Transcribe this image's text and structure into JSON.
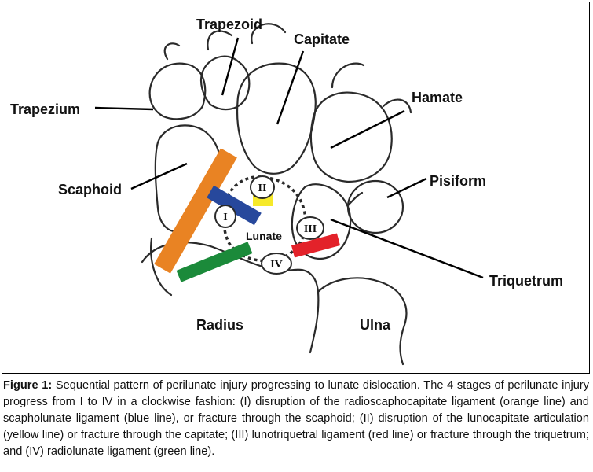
{
  "labels": {
    "trapezoid": "Trapezoid",
    "capitate": "Capitate",
    "hamate": "Hamate",
    "trapezium": "Trapezium",
    "scaphoid": "Scaphoid",
    "pisiform": "Pisiform",
    "lunate": "Lunate",
    "triquetrum": "Triquetrum",
    "radius": "Radius",
    "ulna": "Ulna"
  },
  "stages": {
    "i": "I",
    "ii": "II",
    "iii": "III",
    "iv": "IV"
  },
  "colors": {
    "orange": "#e98323",
    "blue": "#27489c",
    "yellow": "#f6e92a",
    "red": "#e3222a",
    "green": "#1b8a3a"
  },
  "caption": {
    "prefix": "Figure 1:",
    "text": " Sequential pattern of perilunate injury progressing to lunate dislocation. The 4 stages of perilunate injury progress from I to IV in a clockwise fashion: (I) disruption of the radioscaphocapitate ligament (orange line) and scapholunate ligament (blue line), or fracture through the scaphoid; (II) disruption of the lunocapitate articulation (yellow line) or fracture through the capitate; (III) lunotriquetral ligament (red line) or fracture through the triquetrum; and (IV) radiolunate ligament (green line)."
  }
}
